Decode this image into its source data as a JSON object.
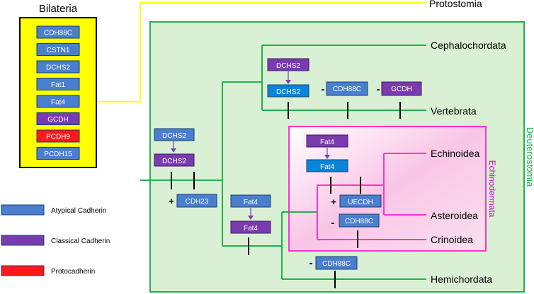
{
  "bilateria": {
    "title": "Bilateria",
    "genes": [
      {
        "label": "CDH88C",
        "class": "atypical"
      },
      {
        "label": "CSTN1",
        "class": "atypical"
      },
      {
        "label": "DCHS2",
        "class": "atypical"
      },
      {
        "label": "Fat1",
        "class": "atypical"
      },
      {
        "label": "Fat4",
        "class": "atypical"
      },
      {
        "label": "GCDH",
        "class": "classical"
      },
      {
        "label": "PCDH9",
        "class": "protocadherin"
      },
      {
        "label": "PCDH15",
        "class": "atypical"
      }
    ]
  },
  "legend": [
    {
      "label": "Atypical Cadherin",
      "class": "atypical"
    },
    {
      "label": "Classical Cadherin",
      "class": "classical"
    },
    {
      "label": "Protocadherin",
      "class": "protocadherin"
    }
  ],
  "colors": {
    "atypical": "#4a7fd0",
    "atypical_bright": "#0a84d8",
    "classical": "#7a3bb0",
    "protocadherin": "#ff1a1a",
    "bilateria_fill": "#ffff00",
    "protostomia_line": "#ffff00",
    "deuterostomia_line": "#22b14c",
    "deuterostomia_fill": "#d9f0d4",
    "echinodermata_line": "#ff33cc",
    "echinodermata_fill": "#f8c8e4"
  },
  "groups": {
    "protostomia": "Protostomia",
    "deuterostomia": "Deuterostomia",
    "echinodermata": "Echinodermata"
  },
  "taxa": {
    "cephalochordata": "Cephalochordata",
    "vertebrata": "Vertebrata",
    "echinoidea": "Echinoidea",
    "asteroidea": "Asteroidea",
    "crinoidea": "Crinoidea",
    "hemichordata": "Hemichordata"
  },
  "events": {
    "vert_dchs2_from": "DCHS2",
    "vert_dchs2_to": "DCHS2",
    "vert_minus_1": "-",
    "vert_cdh88c": "CDH88C",
    "vert_minus_2": "-",
    "vert_gcdh": "GCDH",
    "deut_dchs2_from": "DCHS2",
    "deut_dchs2_to": "DCHS2",
    "deut_plus": "+",
    "deut_cdh23": "CDH23",
    "amb_fat4_from": "Fat4",
    "amb_fat4_to": "Fat4",
    "echi_fat4_from": "Fat4",
    "echi_fat4_to": "Fat4",
    "echi_plus": "+",
    "echi_uecdh": "UECDH",
    "echi_minus": "-",
    "echi_cdh88c": "CDH88C",
    "hemi_minus": "-",
    "hemi_cdh88c": "CDH88C"
  }
}
